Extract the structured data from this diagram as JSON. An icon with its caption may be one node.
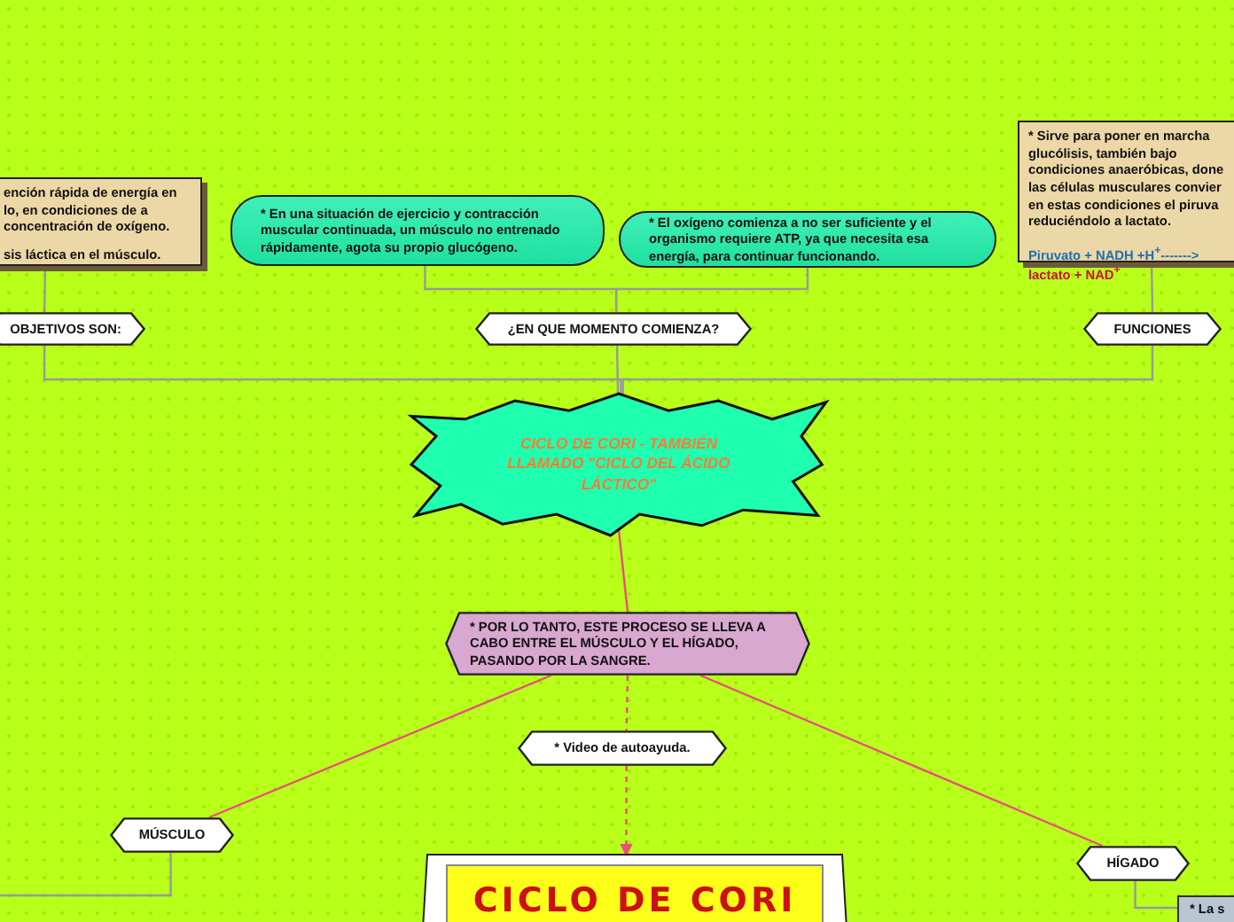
{
  "diagram": {
    "nodes": [
      {
        "text": [
          "ención rápida de energía en lo, en condiciones de a concentración de oxígeno.",
          "sis láctica en el músculo."
        ]
      },
      {
        "text": [
          "OBJETIVOS SON:"
        ]
      },
      {
        "text": [
          "* En una situación de ejercicio y contracción  muscular continuada, un músculo no entrenado rápidamente, agota su propio glucógeno."
        ]
      },
      {
        "text": [
          "* El oxígeno comienza a no ser suficiente y el organismo requiere ATP, ya que necesita esa energía, para continuar funcionando."
        ]
      },
      {
        "text": [
          "¿EN QUE MOMENTO COMIENZA?"
        ]
      },
      {
        "text": [
          "* Sirve para poner en marcha glucólisis, también bajo condiciones anaeróbicas, done las células musculares convier en estas condiciones el piruva reduciéndolo a lactato.",
          "Piruvato + NADH +H$^{+}$------->",
          "lactato + NAD$^{+}$"
        ]
      },
      {
        "text": [
          "FUNCIONES"
        ]
      },
      {
        "text": [
          "CICLO DE CORI - TAMBIÉN LLAMADO \"CICLO DEL ÁCIDO LÁCTICO\""
        ]
      },
      {
        "text": [
          "* POR LO TANTO, ESTE PROCESO SE LLEVA A CABO ENTRE EL MÚSCULO Y EL HÍGADO, PASANDO POR LA SANGRE."
        ]
      },
      {
        "text": [
          "* Video de autoayuda."
        ]
      },
      {
        "text": [
          "MÚSCULO"
        ]
      },
      {
        "text": [
          "HÍGADO"
        ]
      },
      {
        "text": [
          "CICLO DE CORI"
        ]
      },
      {
        "text": [
          "* La s"
        ]
      }
    ],
    "edges": [
      {
        "from": 7,
        "to": 1,
        "arrow": "none"
      },
      {
        "from": 7,
        "to": 4,
        "arrow": "none"
      },
      {
        "from": 7,
        "to": 6,
        "arrow": "none"
      },
      {
        "from": 1,
        "to": 0,
        "arrow": "none"
      },
      {
        "from": 4,
        "to": 2,
        "arrow": "none"
      },
      {
        "from": 4,
        "to": 3,
        "arrow": "none"
      },
      {
        "from": 6,
        "to": 5,
        "arrow": "none"
      },
      {
        "from": 7,
        "to": 8,
        "arrow": "none",
        "color": "#e8507a"
      },
      {
        "from": 8,
        "to": 10,
        "arrow": "none",
        "color": "#e8507a"
      },
      {
        "from": 8,
        "to": 11,
        "arrow": "none",
        "color": "#e8507a"
      },
      {
        "from": 8,
        "to": 9,
        "arrow": "none",
        "style": "dashed",
        "color": "#e8507a"
      },
      {
        "from": 9,
        "to": 12,
        "arrow": "to",
        "style": "dashed",
        "color": "#e8507a"
      },
      {
        "from": 10,
        "to": null,
        "arrow": "none"
      },
      {
        "from": 11,
        "to": 13,
        "arrow": "none"
      }
    ]
  }
}
